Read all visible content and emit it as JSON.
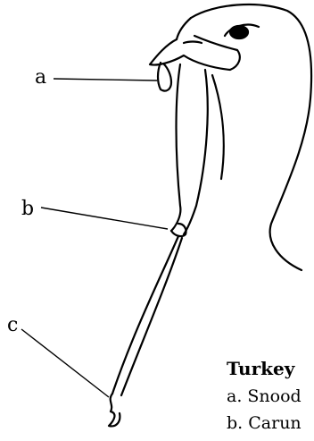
{
  "callouts": {
    "a": "a",
    "b": "b",
    "c": "c"
  },
  "legend": {
    "title": "Turkey",
    "items": [
      "a. Snood",
      "b. Carun"
    ]
  }
}
